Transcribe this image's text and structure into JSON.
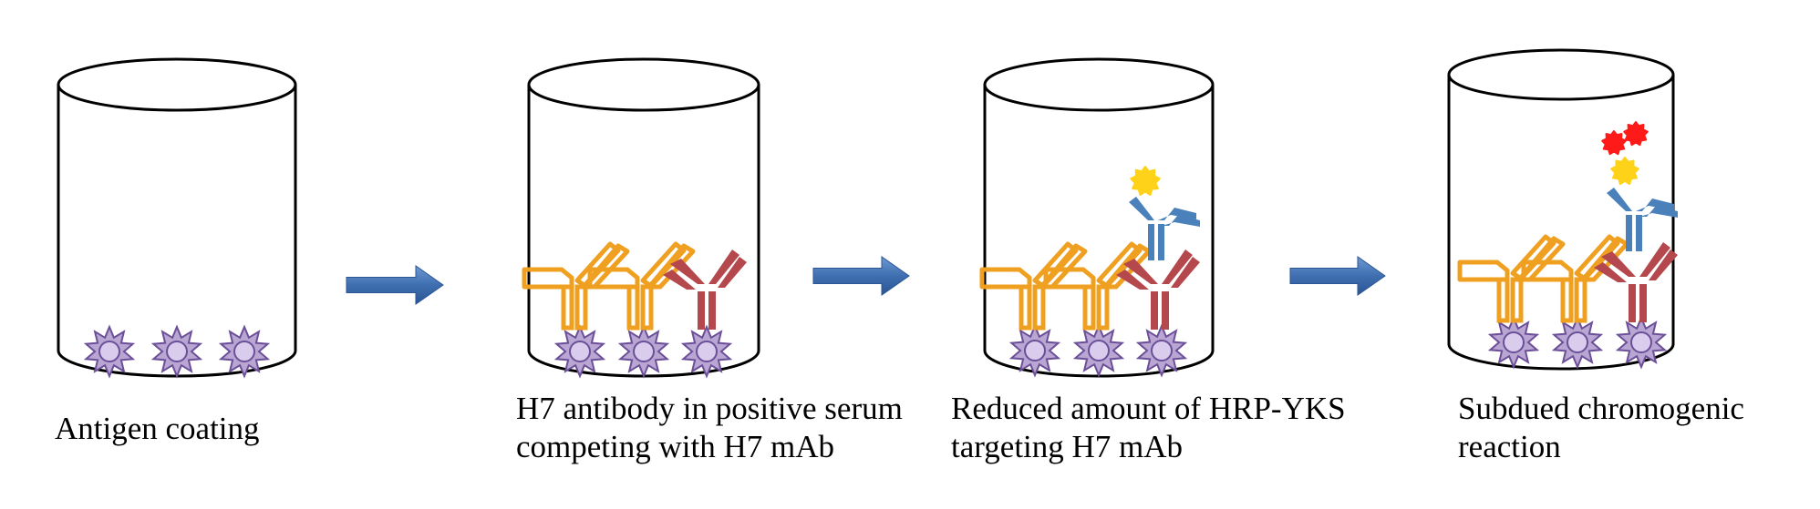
{
  "colors": {
    "outline": "#000000",
    "antigen_fill": "#b9a6d3",
    "antigen_edge": "#6b4f98",
    "antigen_core": "#d9ccec",
    "competing_antibody": "#f0a020",
    "h7_mab": "#b5484d",
    "hrp_yks_antibody": "#4a81bb",
    "hrp_enzyme": "#ffd21a",
    "product": "#ff1a1a",
    "arrow": "#3f6fb0"
  },
  "steps": [
    {
      "id": "step-1",
      "caption": [
        "Antigen coating"
      ]
    },
    {
      "id": "step-2",
      "caption": [
        "H7 antibody in positive serum",
        "competing with H7 mAb"
      ]
    },
    {
      "id": "step-3",
      "caption": [
        "Reduced amount of HRP-YKS",
        "targeting H7 mAb"
      ]
    },
    {
      "id": "step-4",
      "caption": [
        "Subdued chromogenic",
        "reaction"
      ]
    }
  ]
}
